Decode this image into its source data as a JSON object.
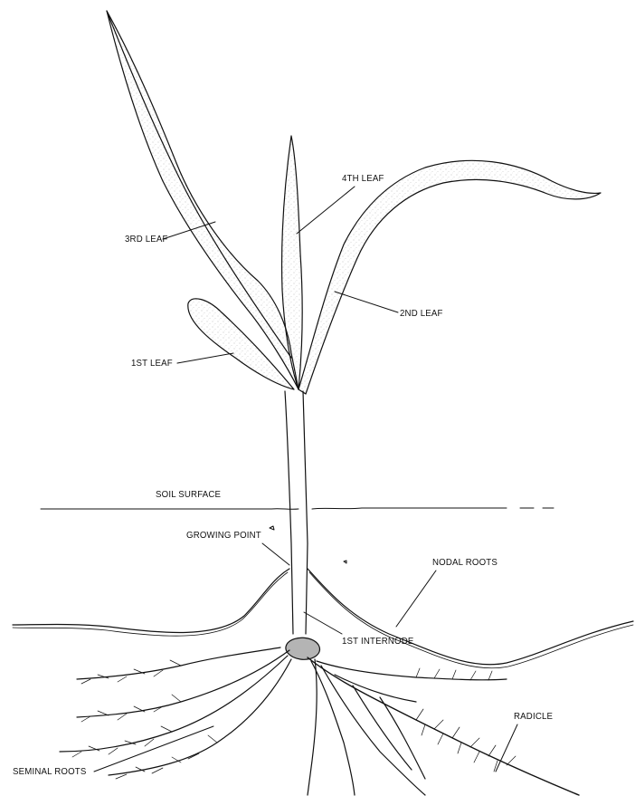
{
  "labels": {
    "leaf4": "4TH LEAF",
    "leaf3": "3RD LEAF",
    "leaf2": "2ND LEAF",
    "leaf1": "1ST LEAF",
    "soil_surface": "SOIL SURFACE",
    "growing_point": "GROWING POINT",
    "nodal_roots": "NODAL ROOTS",
    "first_internode": "1ST INTERNODE",
    "radicle": "RADICLE",
    "seminal_roots": "SEMINAL ROOTS"
  }
}
